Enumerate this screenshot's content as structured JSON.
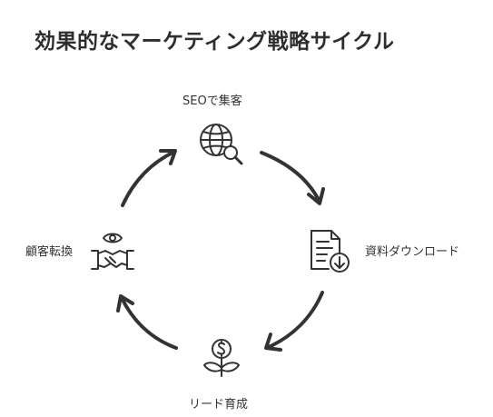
{
  "title": "効果的なマーケティング戦略サイクル",
  "cycle": {
    "steps": [
      {
        "label": "SEOで集客",
        "icon": "globe-search-icon"
      },
      {
        "label": "資料ダウンロード",
        "icon": "document-download-icon"
      },
      {
        "label": "リード育成",
        "icon": "money-plant-icon"
      },
      {
        "label": "顧客転換",
        "icon": "handshake-eye-icon"
      }
    ],
    "direction": "clockwise"
  },
  "colors": {
    "stroke": "#333333",
    "text": "#2e2e2e",
    "background": "#ffffff"
  }
}
